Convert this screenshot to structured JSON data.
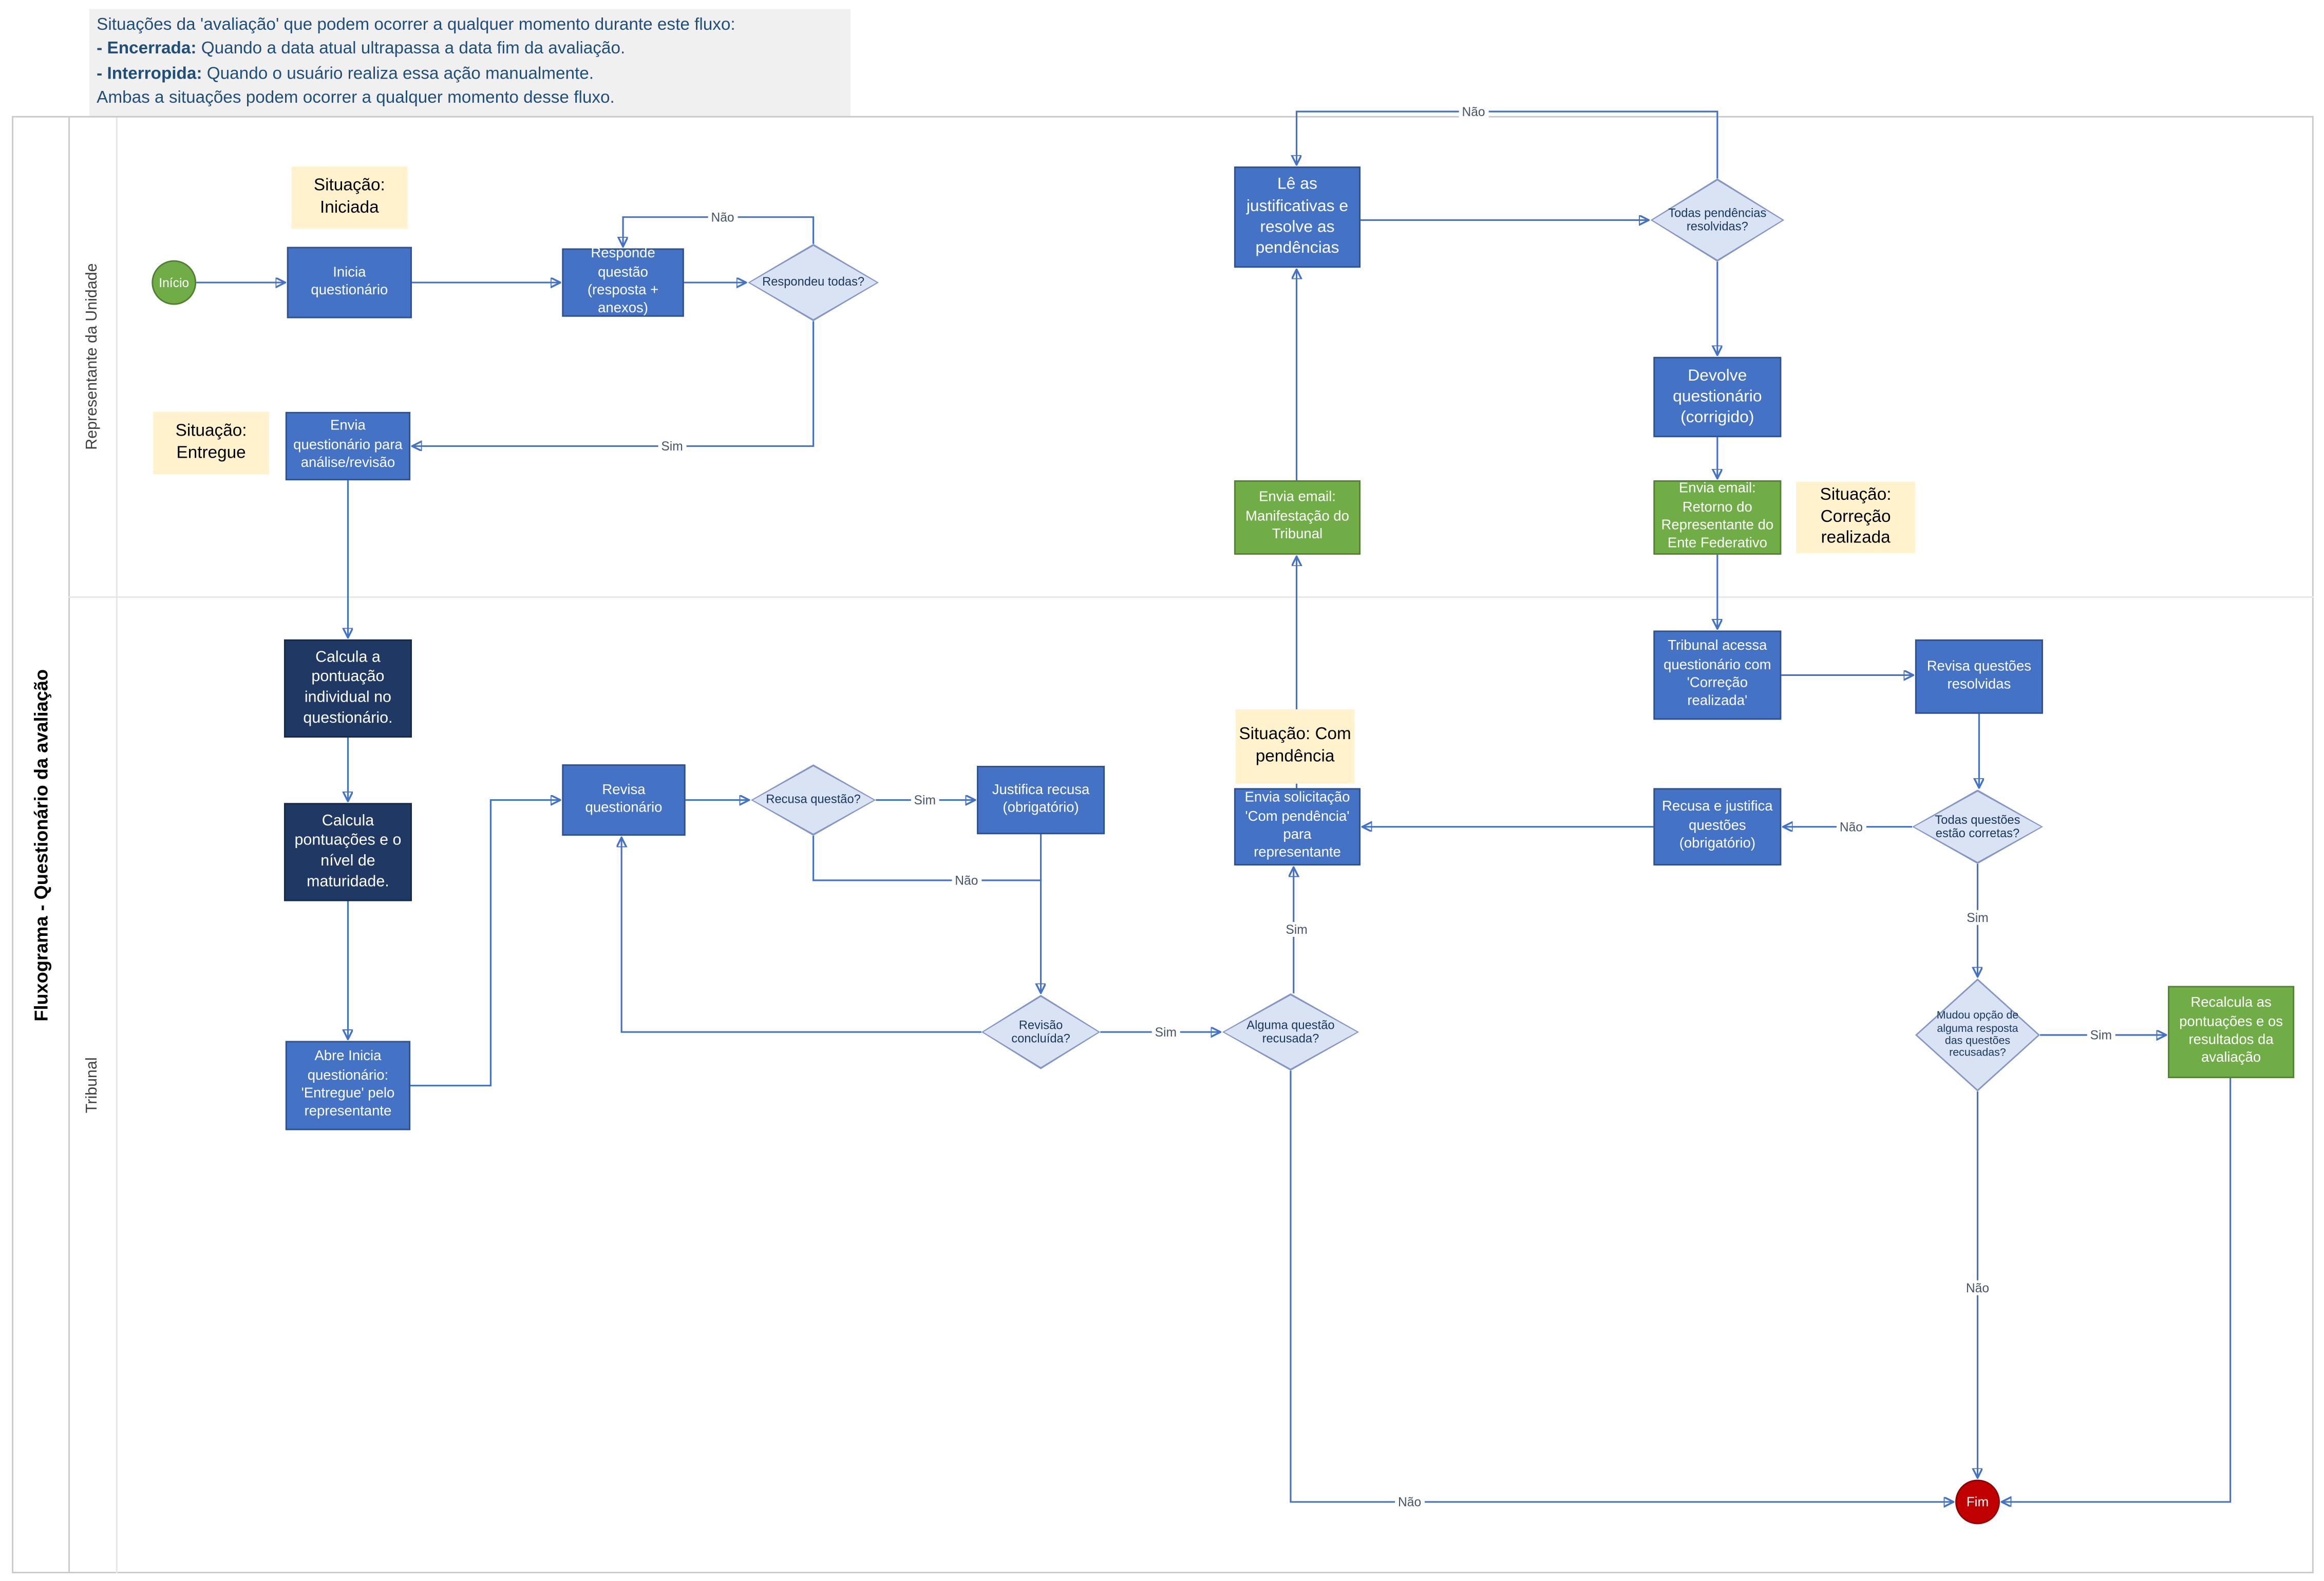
{
  "title": "Fluxograma - Questionário da avaliação",
  "note": {
    "line1": "Situações da 'avaliação' que podem ocorrer a qualquer momento durante este fluxo:",
    "encerrada_bold": "- Encerrada:",
    "encerrada_text": " Quando a data atual ultrapassa a data fim da avaliação.",
    "interropida_bold": "- Interropida:",
    "interropida_text": " Quando o usuário realiza essa ação manualmente.",
    "line4": "Ambas a situações podem ocorrer a qualquer momento desse fluxo."
  },
  "lanes": [
    {
      "label": "Representante da Unidade"
    },
    {
      "label": "Tribunal"
    }
  ],
  "nodes": {
    "inicio": "Início",
    "inicia_questionario": "Inicia questionário",
    "sit_iniciada": "Situação: Iniciada",
    "responde_questao": "Responde questão (resposta + anexos)",
    "respondeu_todas": "Respondeu todas?",
    "envia_questionario": "Envia questionário para análise/revisão",
    "sit_entregue": "Situação: Entregue",
    "le_justificativas": "Lê as justificativas e resolve as pendências",
    "todas_pendencias": "Todas pendências resolvidas?",
    "devolve_questionario": "Devolve questionário (corrigido)",
    "envia_email_manifestacao": "Envia email: Manifestação do Tribunal",
    "envia_email_retorno": "Envia email: Retorno do Representante do Ente Federativo",
    "sit_correcao": "Situação: Correção realizada",
    "calcula_pontuacao": "Calcula a pontuação individual no questionário.",
    "calcula_pontuacoes": "Calcula pontuações e o nível de maturidade.",
    "abre_inicia": "Abre Inicia questionário: 'Entregue' pelo representante",
    "revisa_questionario": "Revisa questionário",
    "recusa_questao": "Recusa questão?",
    "justifica_recusa": "Justifica recusa (obrigatório)",
    "revisao_concluida": "Revisão concluída?",
    "alguma_questao": "Alguma questão recusada?",
    "envia_solicitacao": "Envia solicitação 'Com pendência' para representante",
    "sit_com_pendencia": "Situação: Com pendência",
    "tribunal_acessa": "Tribunal acessa questionário com 'Correção realizada'",
    "revisa_questoes": "Revisa questões resolvidas",
    "todas_questoes": "Todas questões estão corretas?",
    "recusa_justifica": "Recusa e justifica questões (obrigatório)",
    "mudou_opcao": "Mudou opção de alguma resposta das questões recusadas?",
    "recalcula": "Recalcula as pontuações e os resultados da avaliação",
    "fim": "Fim"
  },
  "edge_labels": {
    "respondeu_nao": "Não",
    "respondeu_sim": "Sim",
    "pendencias_nao": "Não",
    "recusa_sim": "Sim",
    "recusa_nao": "Não",
    "revisao_sim": "Sim",
    "alguma_sim": "Sim",
    "alguma_nao": "Não",
    "questoes_nao": "Não",
    "questoes_sim": "Sim",
    "mudou_sim": "Sim",
    "mudou_nao": "Não"
  },
  "colors": {
    "process_blue": "#4472C4",
    "process_dark_blue": "#1F3864",
    "action_green": "#70AD47",
    "end_red": "#C00000",
    "note_yellow": "#FFF2CC",
    "diamond_fill": "#DAE3F3",
    "connector_blue": "#4472C4",
    "note_gray": "#F0F0F0",
    "note_text": "#1F4E79"
  }
}
